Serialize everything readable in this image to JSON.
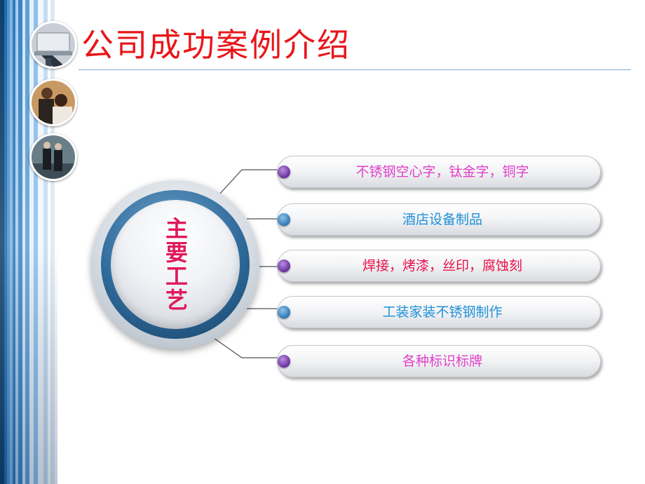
{
  "slide": {
    "title": "公司成功案例介绍",
    "center_label": "主要工艺"
  },
  "items": [
    {
      "label": "不锈钢空心字，钛金字，铜字",
      "text_color": "#e040c8",
      "dot": "purple"
    },
    {
      "label": "酒店设备制品",
      "text_color": "#1e90d8",
      "dot": "blue"
    },
    {
      "label": "焊接，烤漆，丝印，腐蚀刻",
      "text_color": "#e8104a",
      "dot": "purple"
    },
    {
      "label": "工装家装不锈钢制作",
      "text_color": "#1e90d8",
      "dot": "blue"
    },
    {
      "label": "各种标识标牌",
      "text_color": "#e040c8",
      "dot": "purple"
    }
  ],
  "colors": {
    "title": "#e8161a",
    "center_label": "#e0195a",
    "rule": "#7fa7cf",
    "ring": "#2f6b9c"
  },
  "icons": [
    "business-laptop-photo",
    "business-people-photo",
    "walking-businessmen-photo"
  ]
}
